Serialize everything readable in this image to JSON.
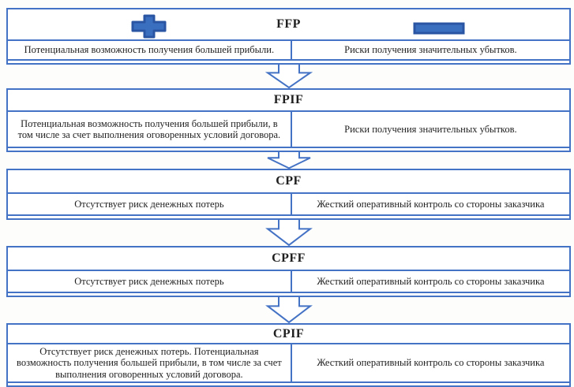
{
  "blocks": [
    {
      "id": "ffp",
      "title": "FFP",
      "pro": "Потенциальная возможность получения большей прибыли.",
      "con": "Риски получения значительных убытков.",
      "icons": {
        "pro": "plus-icon",
        "con": "minus-icon"
      }
    },
    {
      "id": "fpif",
      "title": "FPIF",
      "pro": "Потенциальная возможность получения большей прибыли, в том числе за счет выполнения оговоренных условий договора.",
      "con": "Риски получения значительных убытков."
    },
    {
      "id": "cpf",
      "title": "CPF",
      "pro": "Отсутствует риск денежных потерь",
      "con": "Жесткий оперативный контроль со стороны заказчика"
    },
    {
      "id": "cpff",
      "title": "CPFF",
      "pro": "Отсутствует риск денежных потерь",
      "con": "Жесткий оперативный контроль со стороны заказчика"
    },
    {
      "id": "cpif",
      "title": "CPIF",
      "pro": "Отсутствует риск денежных потерь. Потенциальная возможность получения большей прибыли, в том числе за счет выполнения оговоренных условий договора.",
      "con": "Жесткий оперативный контроль со стороны заказчика"
    }
  ],
  "connector": {
    "icon": "down-arrow-icon",
    "direction": "down",
    "count": 4
  },
  "colors": {
    "border_blue": "#4472C4",
    "icon_fill": "#3a6fc0",
    "icon_stroke": "#2a55a2",
    "text": "#1f1f1f",
    "block_background": "#ffffff"
  }
}
